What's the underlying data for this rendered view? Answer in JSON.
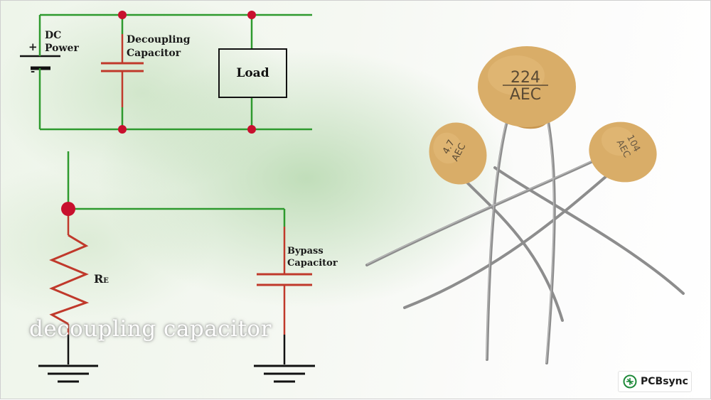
{
  "circuit_top": {
    "dc_power_line1": "DC",
    "dc_power_line2": "Power",
    "plus_sign": "+",
    "minus_sign": "-",
    "decoupling_line1": "Decoupling",
    "decoupling_line2": "Capacitor",
    "load_label": "Load"
  },
  "circuit_bottom": {
    "resistor_label": "R",
    "resistor_subscript": "E",
    "bypass_line1": "Bypass",
    "bypass_line2": "Capacitor"
  },
  "components": [
    {
      "marking_line1": "224",
      "marking_line2": "AEC"
    },
    {
      "marking_line1": "4.7",
      "marking_line2": "AEC"
    },
    {
      "marking_line1": "104",
      "marking_line2": "AEC"
    }
  ],
  "caption": "decoupling capacitor",
  "brand": {
    "name": "PCBsync",
    "icon": "pcb-logo-icon"
  },
  "colors": {
    "wire_green": "#2e9a2e",
    "wire_red": "#c0392b",
    "node_red": "#c8102e",
    "wire_black": "#111111",
    "ceramic": "#d9ad68",
    "ceramic_dark": "#b88a45",
    "lead": "#8d8d8d"
  }
}
